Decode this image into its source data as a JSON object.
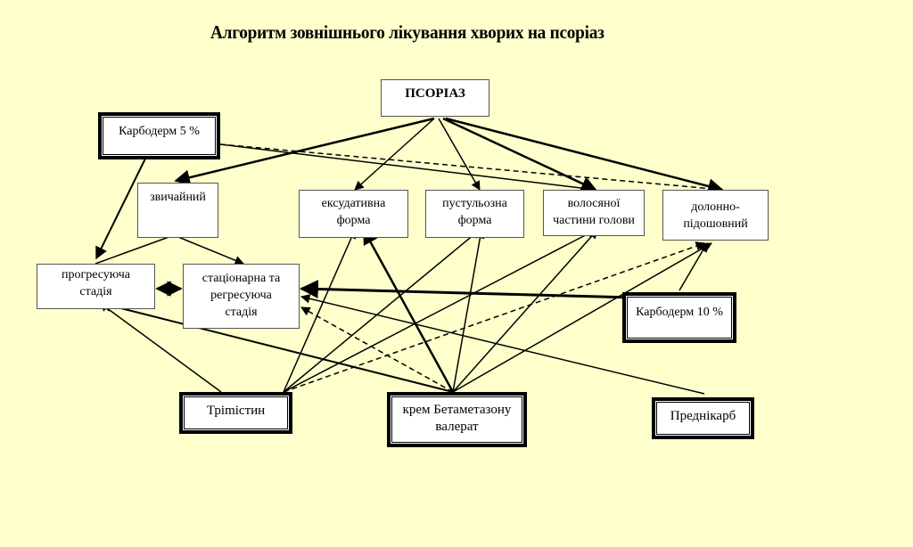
{
  "title": "Алгоритм зовнішнього лікування хворих на псоріаз",
  "nodes": {
    "psoriaz": "ПСОРІАЗ",
    "karboderm5": "Карбодерм 5 %",
    "zvychainyi": "звичайний",
    "eksudatyvna": "ексудативна\nформа",
    "pustulozna": "пустульозна\nформа",
    "volosyanoi": "волосяної\nчастини голови",
    "dolonno": "долонно-\nпідошовний",
    "progresuyucha": "прогресуюча\nстадія",
    "statsionarna": "стаціонарна та\nрегресуюча\nстадія",
    "karboderm10": "Карбодерм 10 %",
    "trymistyn": "Трimістин",
    "betametazon": "крем Бетаметазону\nвалерат",
    "prednikarb": "Преднікарб"
  },
  "colors": {
    "background": "#ffffcc",
    "box": "#ffffff",
    "line": "#000000"
  }
}
